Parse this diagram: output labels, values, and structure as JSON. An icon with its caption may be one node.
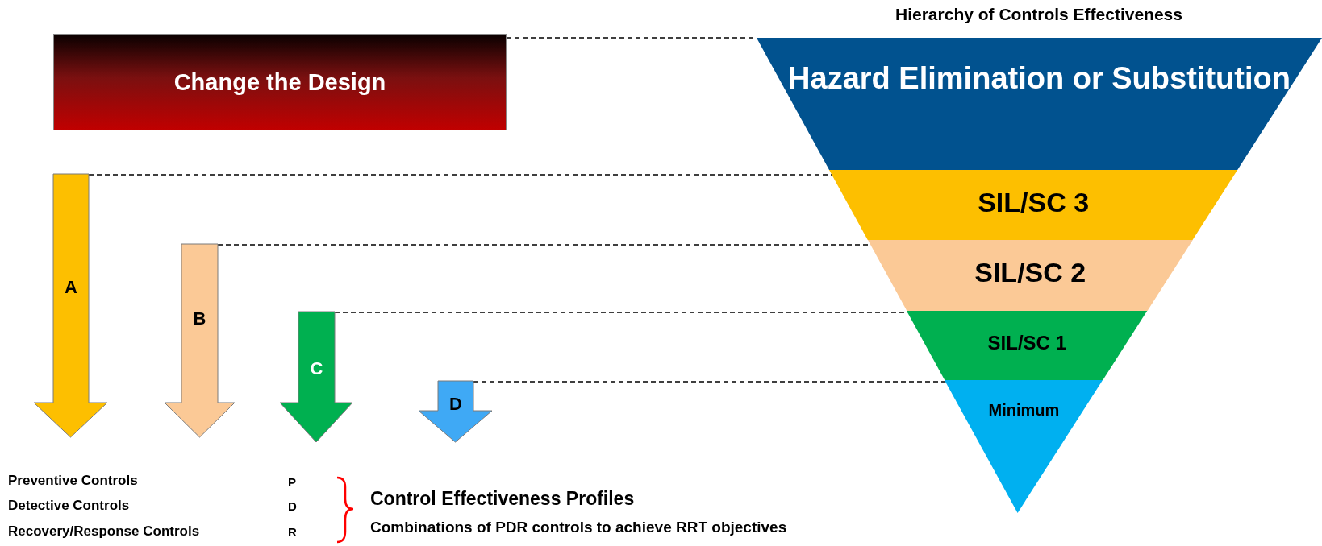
{
  "diagram": {
    "title": "Hierarchy of Controls Effectiveness",
    "nodes": [
      {
        "text": [
          "Change the Design"
        ]
      },
      {
        "text": [
          "Hazard Elimination or Substitution"
        ]
      },
      {
        "text": [
          "SIL/SC 3"
        ]
      },
      {
        "text": [
          "SIL/SC 2"
        ]
      },
      {
        "text": [
          "SIL/SC 1"
        ]
      },
      {
        "text": [
          "Minimum"
        ]
      },
      {
        "text": [
          "A"
        ]
      },
      {
        "text": [
          "B"
        ]
      },
      {
        "text": [
          "C"
        ]
      },
      {
        "text": [
          "D"
        ]
      }
    ],
    "edges": [
      {
        "from": 0,
        "to": 1,
        "arrow": "none",
        "style": "dashed"
      },
      {
        "from": 6,
        "to": 2,
        "arrow": "none",
        "style": "dashed"
      },
      {
        "from": 7,
        "to": 3,
        "arrow": "none",
        "style": "dashed"
      },
      {
        "from": 8,
        "to": 4,
        "arrow": "none",
        "style": "dashed"
      },
      {
        "from": 9,
        "to": 5,
        "arrow": "none",
        "style": "dashed"
      }
    ],
    "labels": [
      "Preventive Controls",
      "Detective Controls",
      "Recovery/Response Controls",
      "P",
      "D",
      "R",
      "Control Effectiveness Profiles",
      "Combinations of PDR controls to achieve RRT objectives"
    ]
  }
}
